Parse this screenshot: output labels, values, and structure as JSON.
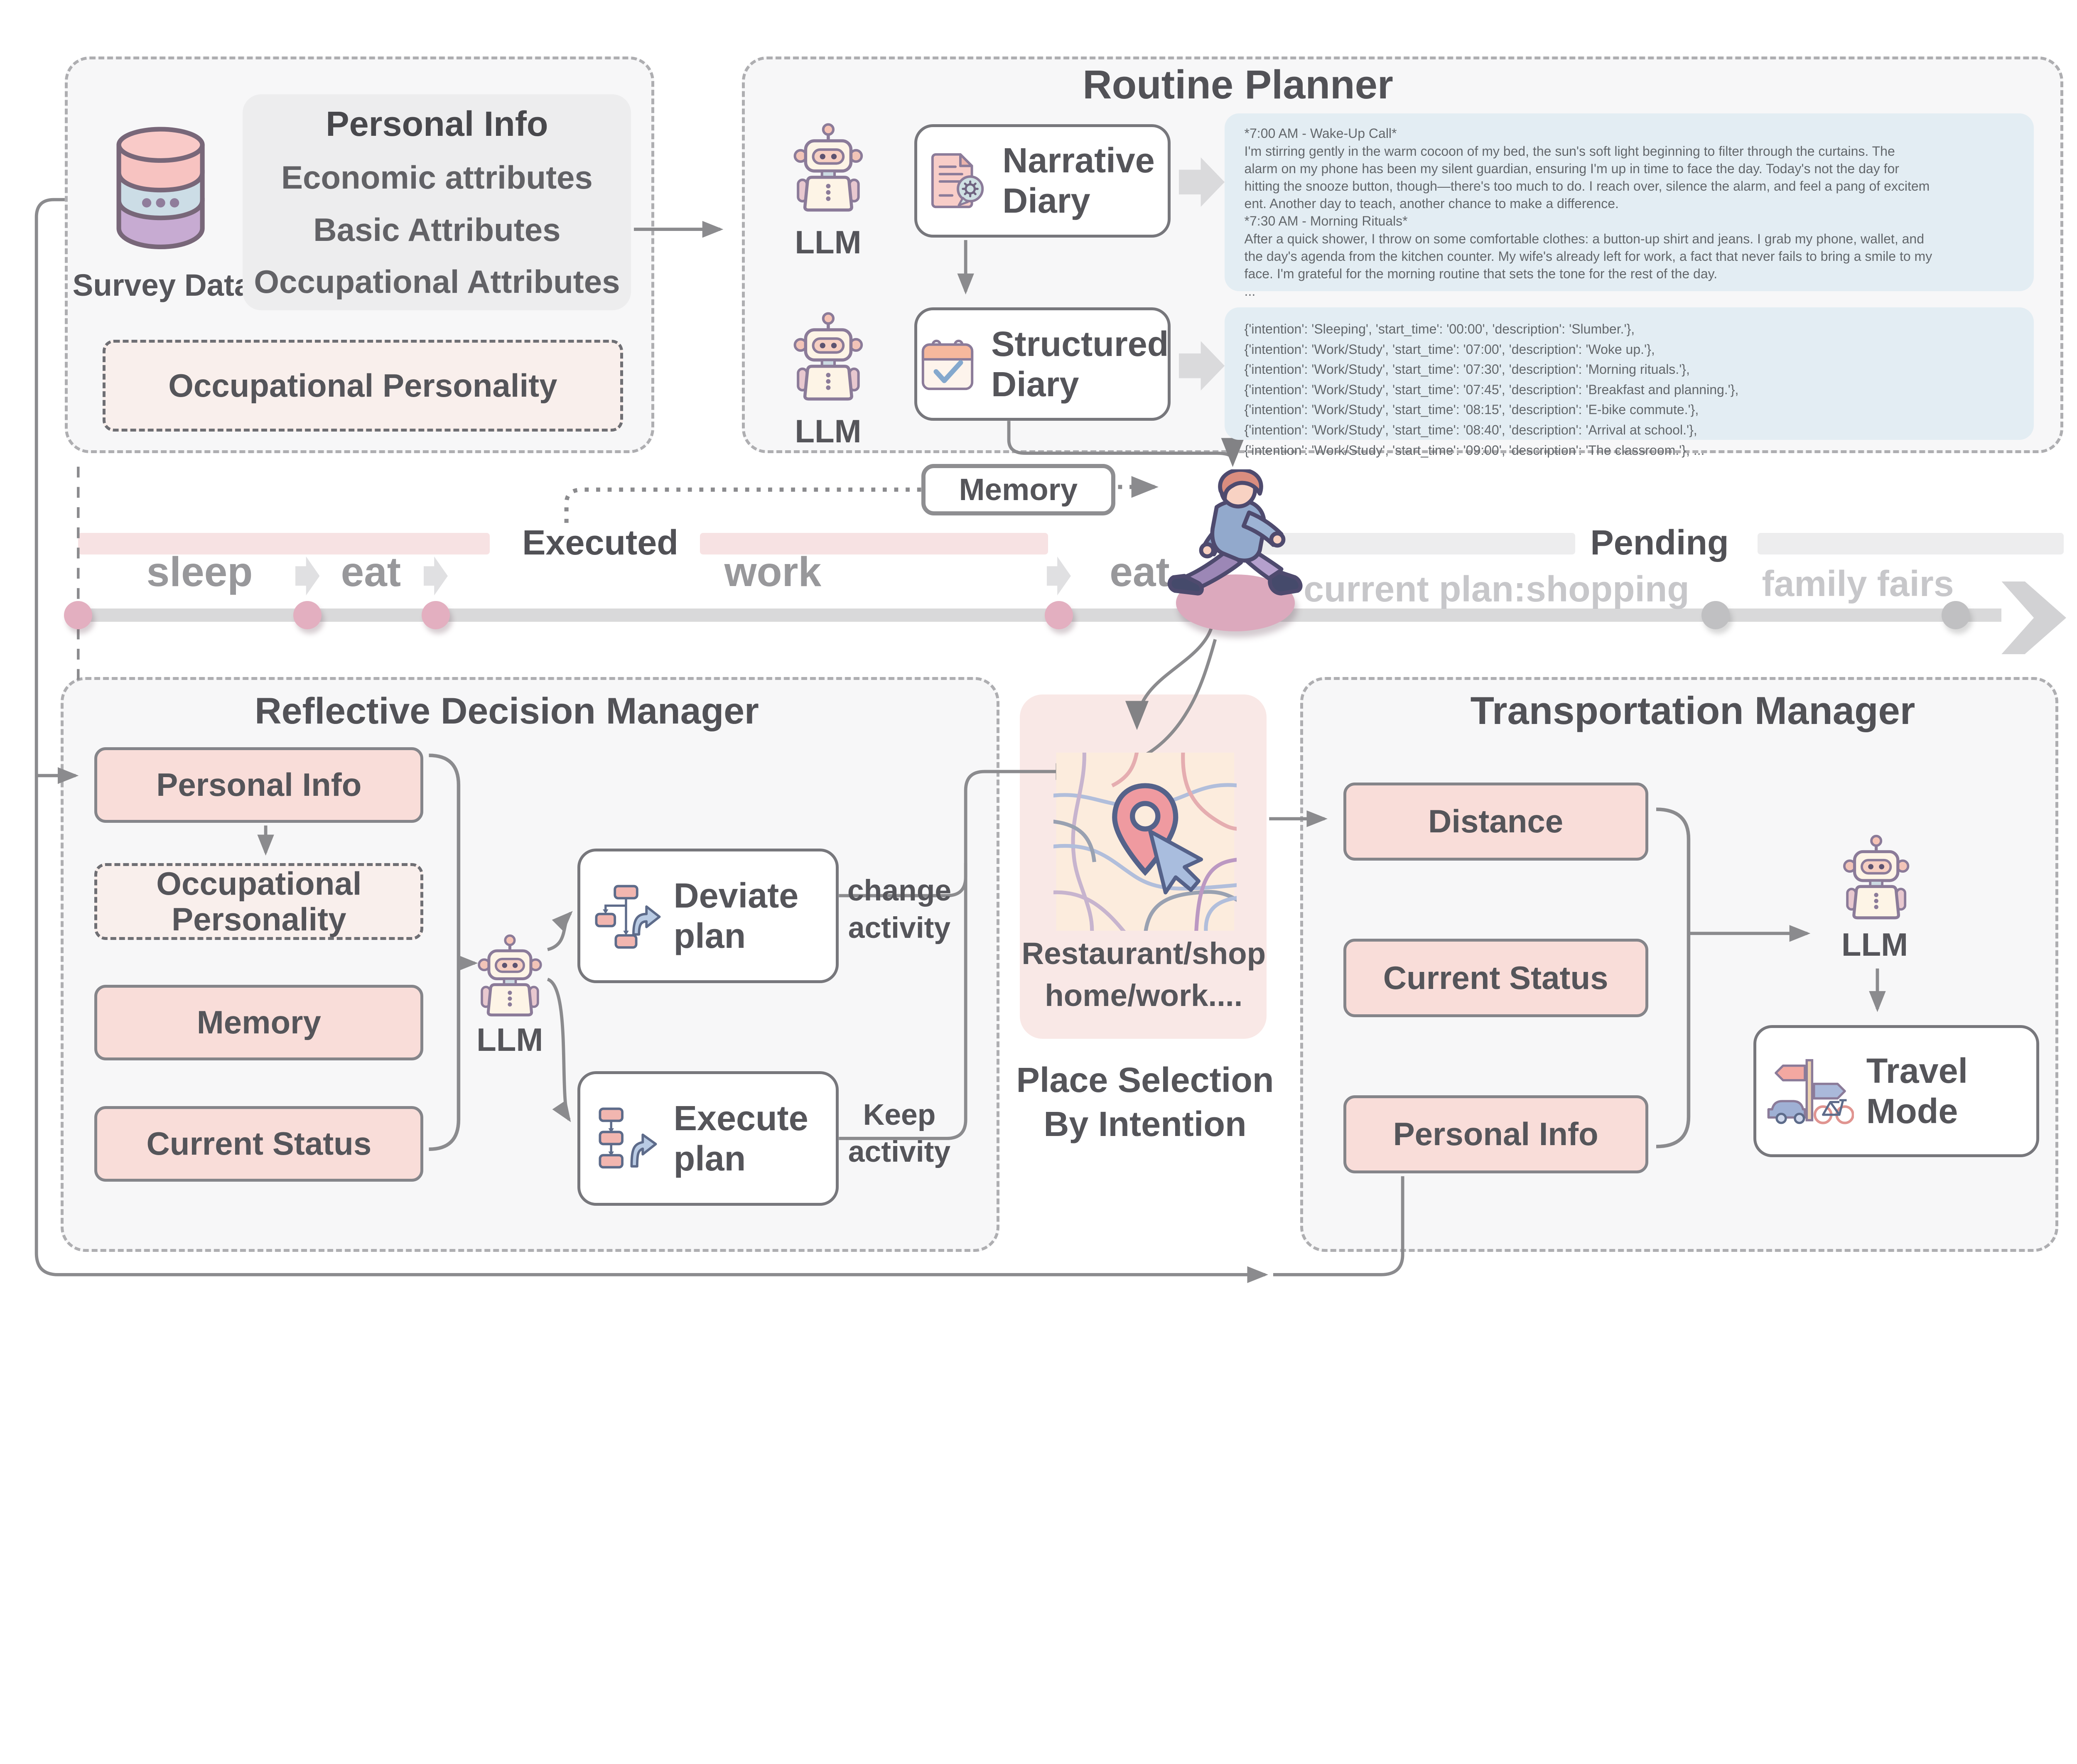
{
  "colors": {
    "panel_bg": "#f7f7f8",
    "pink_box": "#f9ddd9",
    "blue_output_box": "#e3edf3",
    "executed_band": "#f7e2e3",
    "pending_band": "#ededee",
    "timeline_bar": "#d9d9da",
    "dot_pink": "#e3afc0",
    "dot_gray": "#c0c0c2",
    "connector_line": "#8b8b8e",
    "text_dark": "#55555a",
    "text_gray": "#98989b",
    "text_light": "#c7c7ca"
  },
  "icons": {
    "database-icon": "stacked-cylinder-database",
    "robot-icon": "llm-robot",
    "narrative-diary-icon": "document-with-gear-bubble",
    "structured-diary-icon": "calendar-with-check",
    "deviate-plan-icon": "branching-flowchart-with-arrow",
    "execute-plan-icon": "sequential-flowchart-with-arrow",
    "map-icon": "street-map-with-pin-and-cursor",
    "travel-mode-icon": "signpost-car-bicycle",
    "walking-person-icon": "walking-man"
  },
  "survey_panel": {
    "label": "Survey Data",
    "info_lines": [
      "Personal Info",
      "Economic attributes",
      "Basic Attributes",
      "Occupational Attributes"
    ],
    "personality": "Occupational Personality"
  },
  "routine_planner": {
    "title": "Routine Planner",
    "llm": "LLM",
    "narrative_diary": "Narrative Diary",
    "structured_diary": "Structured Diary",
    "narrative_output": [
      "*7:00 AM - Wake-Up Call*",
      "I'm stirring gently in the warm cocoon of my bed, the sun's soft light beginning to filter through the curtains. The",
      "alarm on my phone has been my silent guardian, ensuring I'm up in time to face the day. Today's not the day for",
      "hitting the snooze button, though—there's too much to do. I reach over, silence the alarm, and feel a pang of excitem",
      "ent. Another day to teach, another chance to make a difference.",
      "*7:30 AM - Morning Rituals*",
      "After a quick shower, I throw on some comfortable clothes: a button-up shirt and jeans. I grab my phone, wallet, and",
      "the day's agenda from the kitchen counter. My wife's already left for work, a fact that never fails to bring a smile to my",
      "face. I'm grateful for the morning routine that sets the tone for the rest of the day.",
      "..."
    ],
    "structured_output": [
      "{'intention': 'Sleeping', 'start_time': '00:00', 'description': 'Slumber.'},",
      "{'intention': 'Work/Study', 'start_time': '07:00', 'description': 'Woke up.'},",
      "{'intention': 'Work/Study', 'start_time': '07:30', 'description': 'Morning rituals.'},",
      "{'intention': 'Work/Study', 'start_time': '07:45', 'description': 'Breakfast and planning.'},",
      "{'intention': 'Work/Study', 'start_time': '08:15', 'description': 'E-bike commute.'},",
      "{'intention': 'Work/Study', 'start_time': '08:40', 'description': 'Arrival at school.'},",
      "{'intention': 'Work/Study', 'start_time': '09:00', 'description': 'The classroom.'}, ..."
    ]
  },
  "timeline": {
    "executed": "Executed",
    "pending": "Pending",
    "sleep": "sleep",
    "eat1": "eat",
    "work": "work",
    "eat2": "eat",
    "current_plan": "current plan:shopping",
    "family_fairs": "family fairs",
    "memory": "Memory"
  },
  "reflective_manager": {
    "title": "Reflective Decision Manager",
    "personal_info": "Personal Info",
    "occupational_personality": "Occupational Personality",
    "memory": "Memory",
    "current_status": "Current Status",
    "llm": "LLM",
    "deviate_plan": "Deviate plan",
    "execute_plan": "Execute plan",
    "change_activity": "change activity",
    "keep_activity": "Keep activity"
  },
  "place_selection": {
    "option_line1": "Restaurant/shop",
    "option_line2": "home/work....",
    "caption_line1": "Place Selection",
    "caption_line2": "By Intention"
  },
  "transportation_manager": {
    "title": "Transportation Manager",
    "distance": "Distance",
    "current_status": "Current Status",
    "personal_info": "Personal Info",
    "llm": "LLM",
    "travel_mode": "Travel Mode"
  }
}
